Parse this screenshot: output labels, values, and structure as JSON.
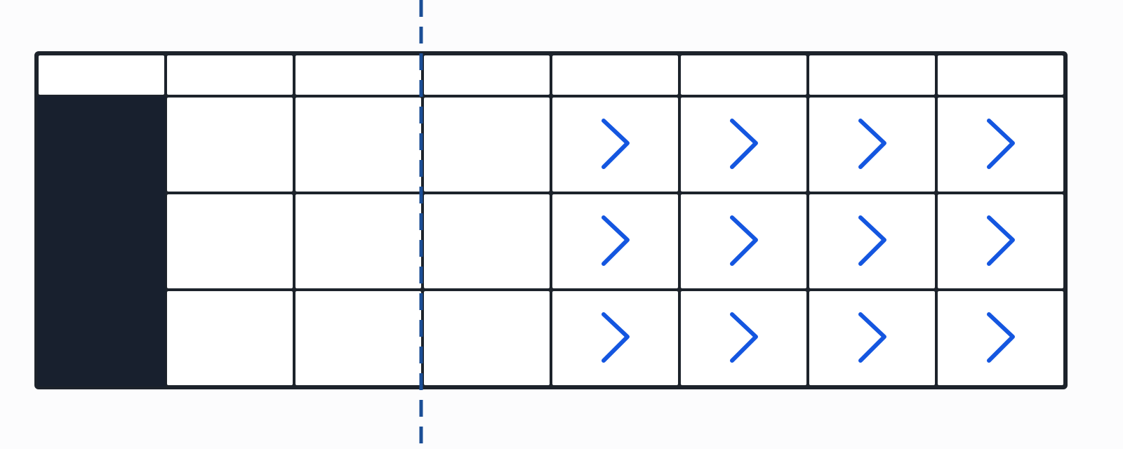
{
  "diagram": {
    "columns": 8,
    "header_rows": 1,
    "body_rows": 3,
    "filled_column_index": 0,
    "chevron_columns": [
      4,
      5,
      6,
      7
    ],
    "divider_after_column": 2,
    "colors": {
      "border": "#1d232b",
      "filled": "#18202e",
      "cell": "#ffffff",
      "chevron": "#1456e0",
      "divider": "#1b4e96",
      "background": "#fcfcfd"
    },
    "icons": {
      "chevron": "chevron-right-icon"
    }
  }
}
